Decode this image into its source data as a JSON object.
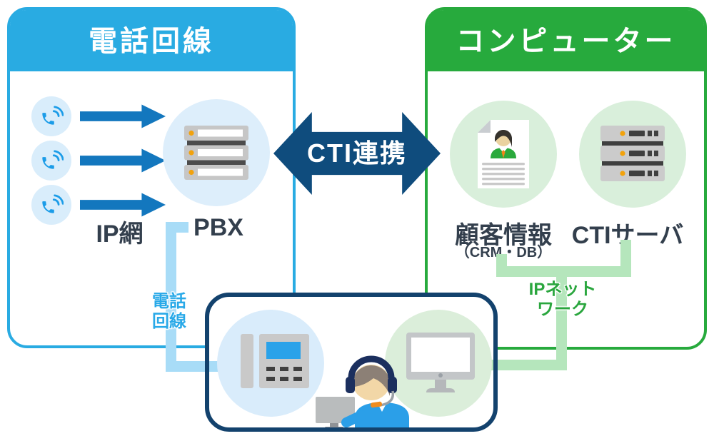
{
  "diagram": {
    "left_panel": {
      "title": "電話回線",
      "label_ip_network": "IP網",
      "label_pbx": "PBX",
      "accent_color": "#29abe2"
    },
    "right_panel": {
      "title": "コンピューター",
      "label_customer_info": "顧客情報",
      "label_crm_db": "（CRM・DB）",
      "label_cti_server": "CTIサーバ",
      "accent_color": "#27aa3d"
    },
    "center_arrow": {
      "label": "CTI連携",
      "color": "#0f4c7d"
    },
    "connectors": {
      "phone_line_label": "電話\n回線",
      "phone_line_color": "#a8dcf7",
      "ip_network_label": "IPネット\nワーク",
      "ip_network_color": "#b5e6bc"
    },
    "operator_box": {
      "border_color": "#13426d"
    },
    "icons": {
      "incoming_calls": "phone-call-icon",
      "flow": "arrow-right-icon",
      "pbx": "pbx-server-icon",
      "customer": "customer-record-icon",
      "cti": "cti-server-icon",
      "desk_phone": "desk-phone-icon",
      "operator": "operator-headset-icon",
      "monitor": "desktop-monitor-icon"
    }
  }
}
